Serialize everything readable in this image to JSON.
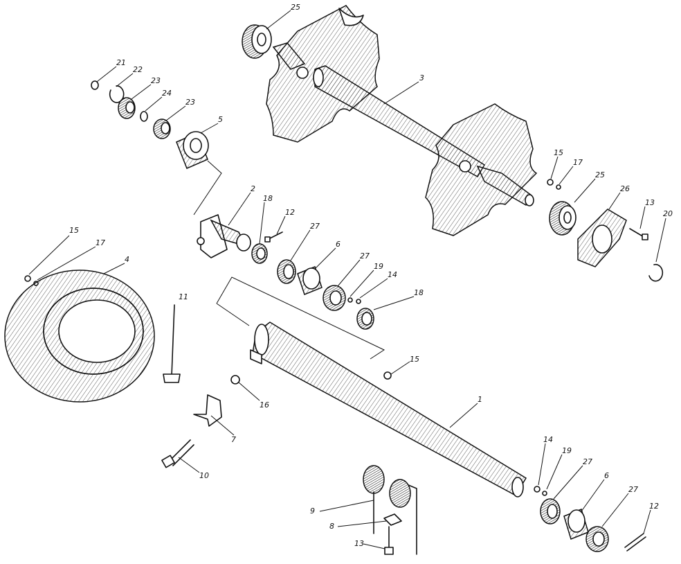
{
  "labels": [
    {
      "id": "l25a",
      "text": "25"
    },
    {
      "id": "l21",
      "text": "21"
    },
    {
      "id": "l22",
      "text": "22"
    },
    {
      "id": "l23a",
      "text": "23"
    },
    {
      "id": "l24",
      "text": "24"
    },
    {
      "id": "l23b",
      "text": "23"
    },
    {
      "id": "l5",
      "text": "5"
    },
    {
      "id": "l3",
      "text": "3"
    },
    {
      "id": "l15a",
      "text": "15"
    },
    {
      "id": "l17a",
      "text": "17"
    },
    {
      "id": "l25b",
      "text": "25"
    },
    {
      "id": "l26",
      "text": "26"
    },
    {
      "id": "l13a",
      "text": "13"
    },
    {
      "id": "l20",
      "text": "20"
    },
    {
      "id": "l2",
      "text": "2"
    },
    {
      "id": "l18a",
      "text": "18"
    },
    {
      "id": "l12a",
      "text": "12"
    },
    {
      "id": "l27a",
      "text": "27"
    },
    {
      "id": "l6a",
      "text": "6"
    },
    {
      "id": "l27b",
      "text": "27"
    },
    {
      "id": "l19a",
      "text": "19"
    },
    {
      "id": "l14a",
      "text": "14"
    },
    {
      "id": "l18b",
      "text": "18"
    },
    {
      "id": "l15b",
      "text": "15"
    },
    {
      "id": "l17b",
      "text": "17"
    },
    {
      "id": "l4",
      "text": "4"
    },
    {
      "id": "l11",
      "text": "11"
    },
    {
      "id": "l16",
      "text": "16"
    },
    {
      "id": "l15c",
      "text": "15"
    },
    {
      "id": "l7",
      "text": "7"
    },
    {
      "id": "l1",
      "text": "1"
    },
    {
      "id": "l10",
      "text": "10"
    },
    {
      "id": "l14b",
      "text": "14"
    },
    {
      "id": "l19b",
      "text": "19"
    },
    {
      "id": "l27c",
      "text": "27"
    },
    {
      "id": "l6b",
      "text": "6"
    },
    {
      "id": "l27d",
      "text": "27"
    },
    {
      "id": "l12b",
      "text": "12"
    },
    {
      "id": "l9",
      "text": "9"
    },
    {
      "id": "l8",
      "text": "8"
    },
    {
      "id": "l13b",
      "text": "13"
    }
  ]
}
